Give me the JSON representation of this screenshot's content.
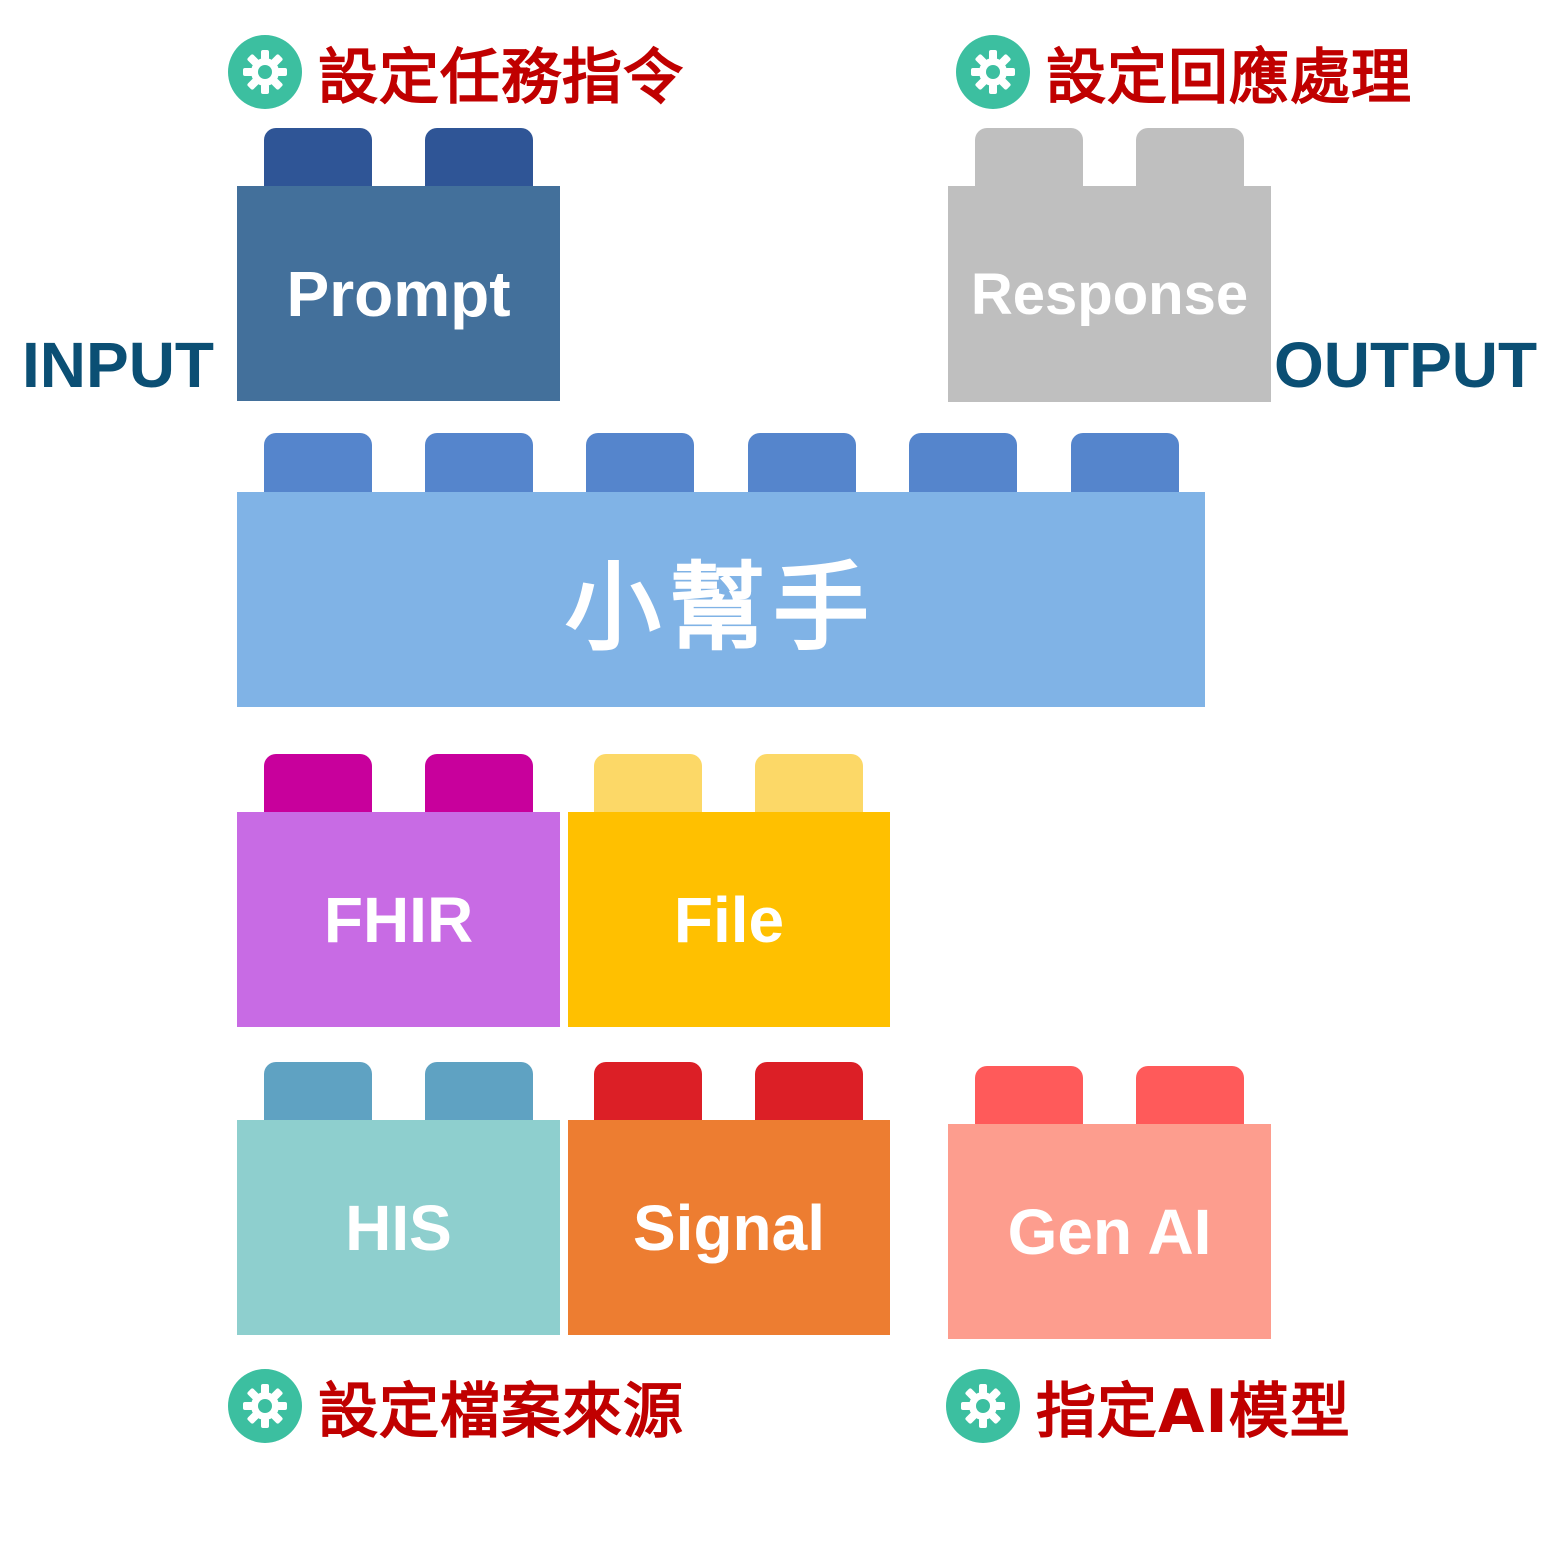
{
  "captions": {
    "task_prompt": "設定任務指令",
    "response_handling": "設定回應處理",
    "file_source": "設定檔案來源",
    "ai_model": "指定AI模型"
  },
  "labels": {
    "input": "INPUT",
    "output": "OUTPUT"
  },
  "bricks": {
    "prompt": "Prompt",
    "response": "Response",
    "assistant": "小幫手",
    "fhir": "FHIR",
    "file": "File",
    "his": "HIS",
    "signal": "Signal",
    "gen_ai": "Gen AI"
  },
  "icons": {
    "caption_icon": "gear-icon"
  },
  "colors": {
    "caption_text": "#c00000",
    "side_label": "#0b4f74",
    "gear_circle": "#3cbfa0",
    "prompt_body": "#43709b",
    "prompt_stud": "#2f5596",
    "response_body": "#bfbfbf",
    "assistant_body": "#80b3e6",
    "assistant_stud": "#5585cc",
    "fhir_body": "#c86be4",
    "fhir_stud": "#c8009c",
    "file_body": "#ffc000",
    "file_stud": "#fcd867",
    "his_body": "#8ecfce",
    "his_stud": "#5fa2c2",
    "signal_body": "#ed7d31",
    "signal_stud": "#dc1f26",
    "genai_body": "#fd9d8e",
    "genai_stud": "#ff5a5a"
  }
}
